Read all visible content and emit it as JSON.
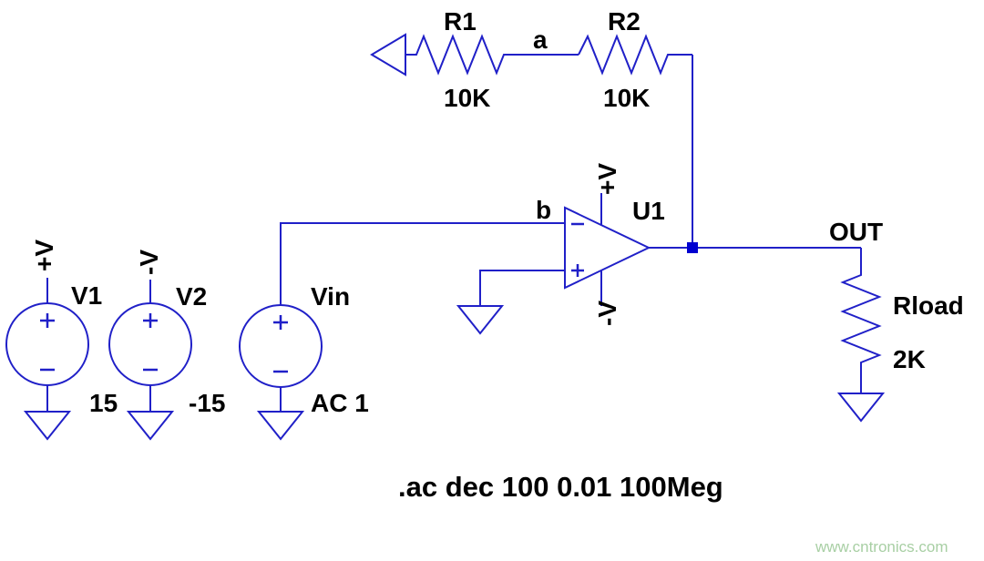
{
  "schematic": {
    "colors": {
      "wire": "#2020c8",
      "junction": "#0000d0",
      "text": "#000000",
      "watermark": "#a8cfa4",
      "background": "#ffffff"
    },
    "resistors": {
      "r1": {
        "label": "R1",
        "value": "10K"
      },
      "r2": {
        "label": "R2",
        "value": "10K"
      },
      "rload": {
        "label": "Rload",
        "value": "2K"
      }
    },
    "sources": {
      "v1": {
        "label": "V1",
        "value": "15",
        "rail": "+V"
      },
      "v2": {
        "label": "V2",
        "value": "-15",
        "rail": "-V"
      },
      "vin": {
        "label": "Vin",
        "value": "AC 1"
      }
    },
    "opamp": {
      "label": "U1",
      "vplus": "+V",
      "vminus": "-V"
    },
    "nets": {
      "a": "a",
      "b": "b",
      "out": "OUT"
    },
    "directive": ".ac dec 100 0.01 100Meg",
    "watermark": "www.cntronics.com"
  }
}
